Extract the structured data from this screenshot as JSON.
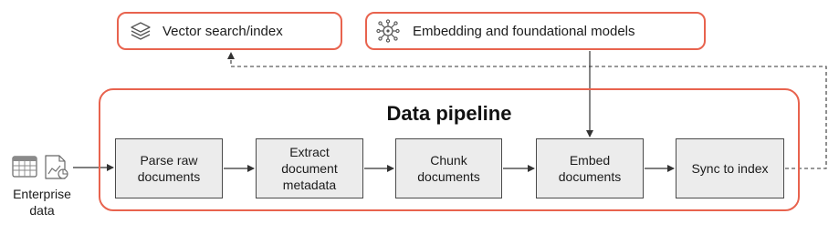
{
  "vector_store": {
    "label": "Vector search/index",
    "icon": "stacked-layers-icon"
  },
  "models": {
    "label": "Embedding and foundational models",
    "icon": "neural-chip-icon"
  },
  "pipeline": {
    "title": "Data pipeline",
    "steps": [
      {
        "label": "Parse raw\ndocuments"
      },
      {
        "label": "Extract\ndocument\nmetadata"
      },
      {
        "label": "Chunk\ndocuments"
      },
      {
        "label": "Embed\ndocuments"
      },
      {
        "label": "Sync to index"
      }
    ]
  },
  "source": {
    "label": "Enterprise\ndata",
    "icons": [
      "spreadsheet-icon",
      "document-chart-icon"
    ]
  },
  "colors": {
    "accent": "#e8634e",
    "step_fill": "#ececec",
    "step_border": "#4a4a4a",
    "line": "#333333"
  }
}
